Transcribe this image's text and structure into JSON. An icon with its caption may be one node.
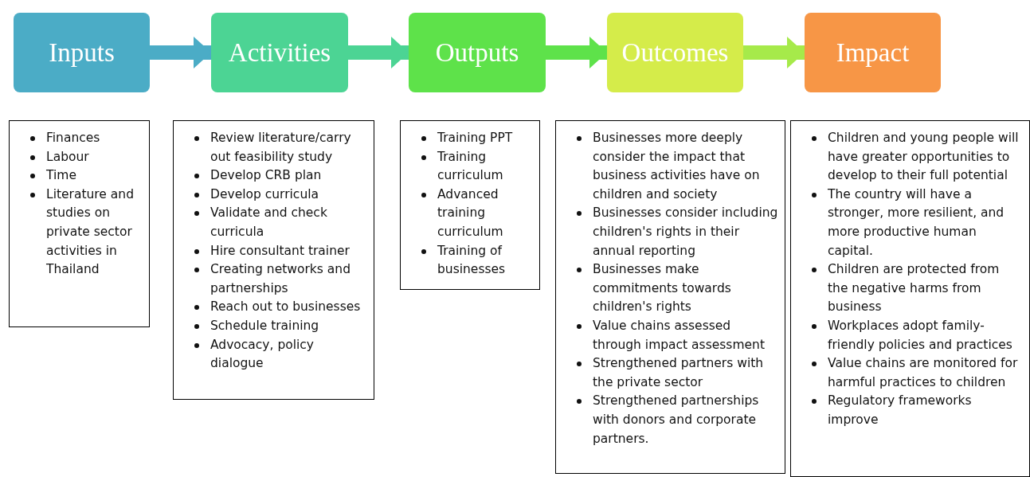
{
  "diagram": {
    "nodes": [
      {
        "text": [
          "Inputs"
        ]
      },
      {
        "text": [
          "Activities"
        ]
      },
      {
        "text": [
          "Outputs"
        ]
      },
      {
        "text": [
          "Outcomes"
        ]
      },
      {
        "text": [
          "Impact"
        ]
      },
      {
        "text": [
          "Finances",
          "Labour",
          "Time",
          "Literature and studies on private sector activities in Thailand"
        ]
      },
      {
        "text": [
          "Review literature/carry out feasibility study",
          "Develop CRB plan",
          "Develop curricula",
          "Validate and check curricula",
          "Hire consultant trainer",
          "Creating networks and partnerships",
          "Reach out to businesses",
          "Schedule training",
          "Advocacy, policy dialogue"
        ]
      },
      {
        "text": [
          "Training PPT",
          "Training curriculum",
          "Advanced training curriculum",
          "Training of businesses"
        ]
      },
      {
        "text": [
          "Businesses more deeply consider the impact that business activities have on children and society",
          "Businesses consider including children's rights in their annual reporting",
          "Businesses make commitments towards children's rights",
          "Value chains assessed through impact assessment",
          "Strengthened partners with the private sector",
          "Strengthened partnerships with donors and corporate partners."
        ]
      },
      {
        "text": [
          "Children and young people will have greater opportunities to develop to their full potential",
          "The country will have a stronger, more resilient, and more productive human capital.",
          "Children are protected from the negative harms from business",
          "Workplaces adopt family-friendly policies and practices",
          "Value chains are monitored for harmful practices to children",
          "Regulatory frameworks improve"
        ]
      }
    ],
    "edges": [
      {
        "from": 0,
        "to": 1,
        "arrow": "to",
        "color": "#4bacc6"
      },
      {
        "from": 1,
        "to": 2,
        "arrow": "to",
        "color": "#4cd494"
      },
      {
        "from": 2,
        "to": 3,
        "arrow": "to",
        "color": "#5ee24a"
      },
      {
        "from": 3,
        "to": 4,
        "arrow": "to",
        "color": "#a6ea4a"
      }
    ]
  }
}
